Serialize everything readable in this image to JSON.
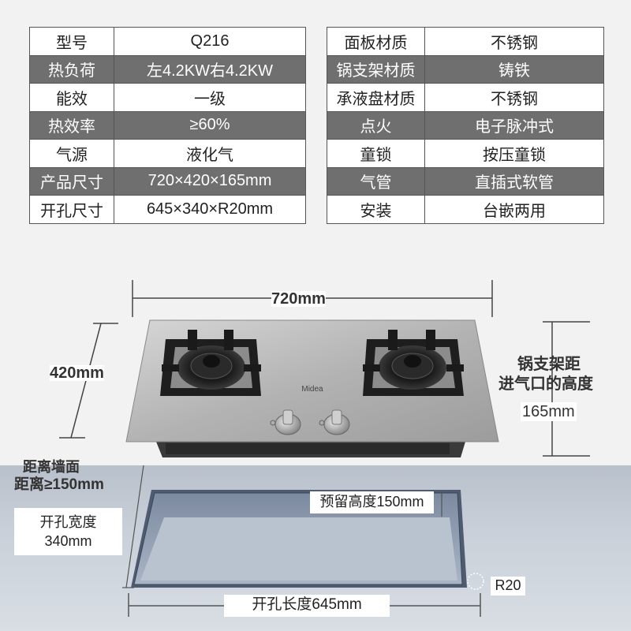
{
  "spec_left": [
    {
      "label": "型号",
      "value": "Q216"
    },
    {
      "label": "热负荷",
      "value": "左4.2KW右4.2KW"
    },
    {
      "label": "能效",
      "value": "一级"
    },
    {
      "label": "热效率",
      "value": "≥60%"
    },
    {
      "label": "气源",
      "value": "液化气"
    },
    {
      "label": "产品尺寸",
      "value": "720×420×165mm"
    },
    {
      "label": "开孔尺寸",
      "value": "645×340×R20mm"
    }
  ],
  "spec_right": [
    {
      "label": "面板材质",
      "value": "不锈钢"
    },
    {
      "label": "锅支架材质",
      "value": "铸铁"
    },
    {
      "label": "承液盘材质",
      "value": "不锈钢"
    },
    {
      "label": "点火",
      "value": "电子脉冲式"
    },
    {
      "label": "童锁",
      "value": "按压童锁"
    },
    {
      "label": "气管",
      "value": "直插式软管"
    },
    {
      "label": "安装",
      "value": "台嵌两用"
    }
  ],
  "dimensions": {
    "width": "720mm",
    "depth": "420mm",
    "height_title_line1": "锅支架距",
    "height_title_line2": "进气口的高度",
    "height": "165mm",
    "wall_distance_line1": "距离墙面",
    "wall_distance_line2": "距离≥150mm",
    "cutout_width_line1": "开孔宽度",
    "cutout_width_line2": "340mm",
    "reserved_height": "预留高度150mm",
    "corner_radius": "R20",
    "cutout_length": "开孔长度645mm"
  },
  "brand": "Midea",
  "colors": {
    "table_alt_row": "#6f6f6f",
    "panel_steel": "#b9b9b9",
    "cutout_blue": "#8fa0b8"
  }
}
